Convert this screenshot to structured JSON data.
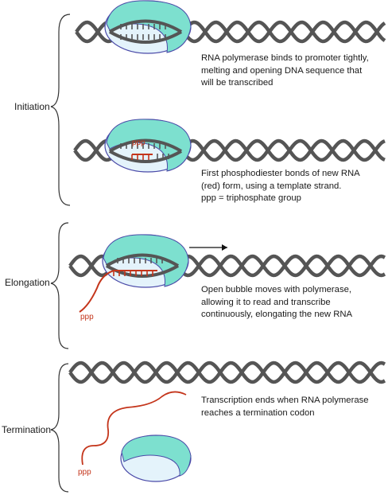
{
  "stages": [
    {
      "label": "Initiation",
      "steps": [
        {
          "caption": [
            "RNA polymerase binds to promoter tightly,",
            "melting and opening DNA sequence that",
            "will be transcribed"
          ]
        },
        {
          "caption": [
            "First phosphodiester bonds of new RNA",
            "(red) form, using a template strand.",
            "ppp = triphosphate group"
          ],
          "rna_label": "ppp"
        }
      ]
    },
    {
      "label": "Elongation",
      "steps": [
        {
          "caption": [
            "Open bubble moves with polymerase,",
            "allowing it to read and transcribe",
            "continuously, elongating the new RNA"
          ],
          "rna_label": "ppp"
        }
      ]
    },
    {
      "label": "Termination",
      "steps": [
        {
          "caption": [
            "Transcription ends when RNA polymerase",
            "reaches a termination codon"
          ],
          "rna_label": "ppp"
        }
      ]
    }
  ],
  "colors": {
    "dna": "#555555",
    "polymerase_cap": "#7de0cf",
    "polymerase_body": "#e4f3fb",
    "polymerase_outline": "#4a4aa8",
    "rna": "#c4351b"
  }
}
